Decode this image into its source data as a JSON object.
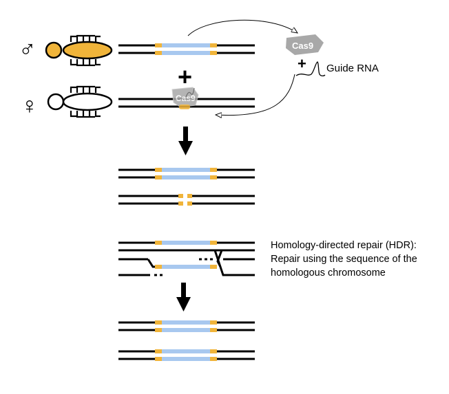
{
  "diagram": {
    "guide_rna_label": "Guide RNA",
    "cas9_label": "Cas9",
    "plus_sign": "+",
    "male_symbol": "♂",
    "female_symbol": "♀",
    "hdr_lines": [
      "Homology-directed repair (HDR):",
      "Repair using the sequence of the",
      "homologous chromosome"
    ]
  },
  "colors": {
    "strand": "#000000",
    "gene_drive_cassette": "#a8c8ef",
    "homology_arm": "#f0b43a",
    "body_fill_male": "#f0b43a",
    "cas9_gray": "#a8a8a8"
  },
  "icons": [
    "male-symbol",
    "female-symbol",
    "mosquito-icon",
    "cas9-protein-icon",
    "guide-rna-icon",
    "down-arrow-icon"
  ]
}
